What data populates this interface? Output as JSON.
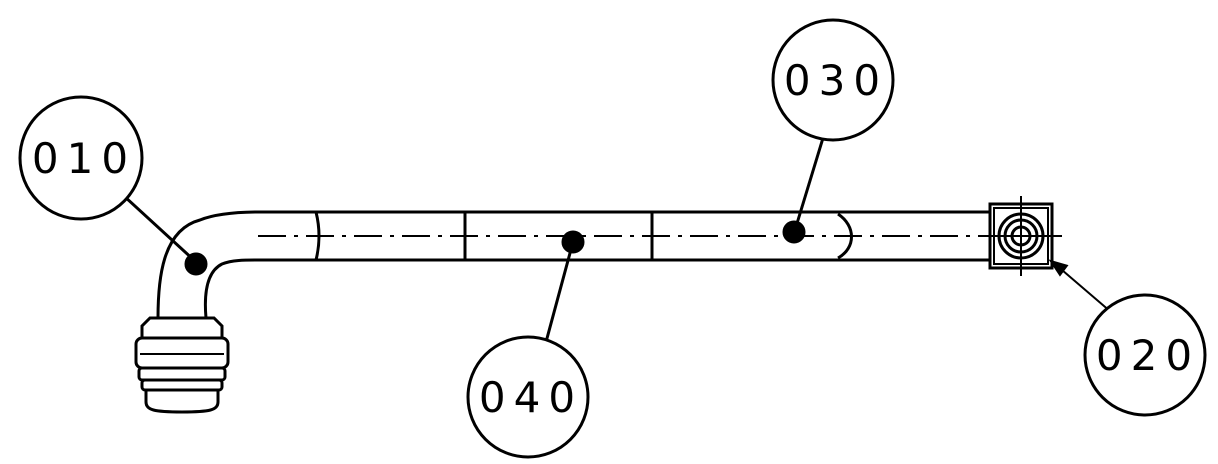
{
  "drawing": {
    "line_color": "#000000",
    "background_color": "#ffffff",
    "balloons": [
      {
        "id": "010",
        "label": "010"
      },
      {
        "id": "020",
        "label": "020"
      },
      {
        "id": "030",
        "label": "030"
      },
      {
        "id": "040",
        "label": "040"
      }
    ]
  }
}
